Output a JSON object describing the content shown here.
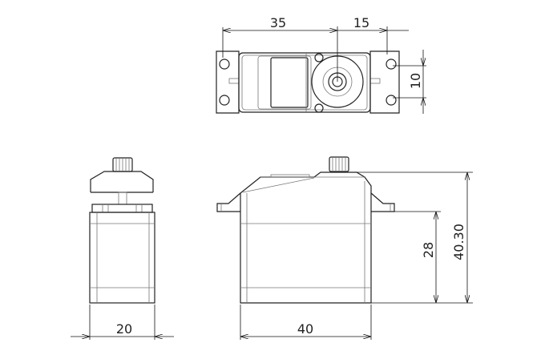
{
  "dimensions": {
    "top_width_to_shaft": "35",
    "shaft_to_hole": "15",
    "hole_spacing": "10",
    "side_width": "20",
    "front_length": "40",
    "flange_height": "28",
    "overall_height": "40.30"
  },
  "colors": {
    "line": "#222222",
    "background": "#ffffff"
  }
}
